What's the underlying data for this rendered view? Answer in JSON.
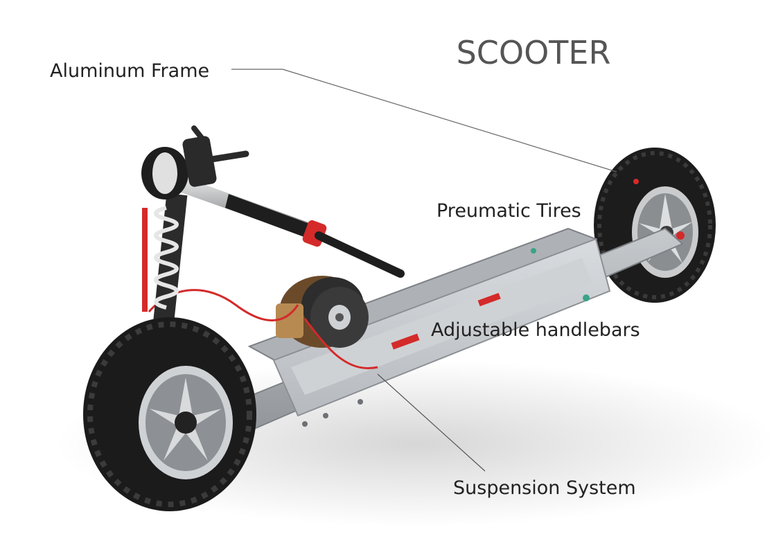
{
  "title": "SCOOTER",
  "labels": {
    "frame": "Aluminum Frame",
    "tires": "Preumatic Tires",
    "handlebars": "Adjustable handlebars",
    "suspension": "Suspension System"
  },
  "colors": {
    "background": "#ffffff",
    "frame": "#a9adb1",
    "tire": "#202020",
    "accent": "#d42a2a",
    "text": "#222222",
    "title": "#555555"
  }
}
